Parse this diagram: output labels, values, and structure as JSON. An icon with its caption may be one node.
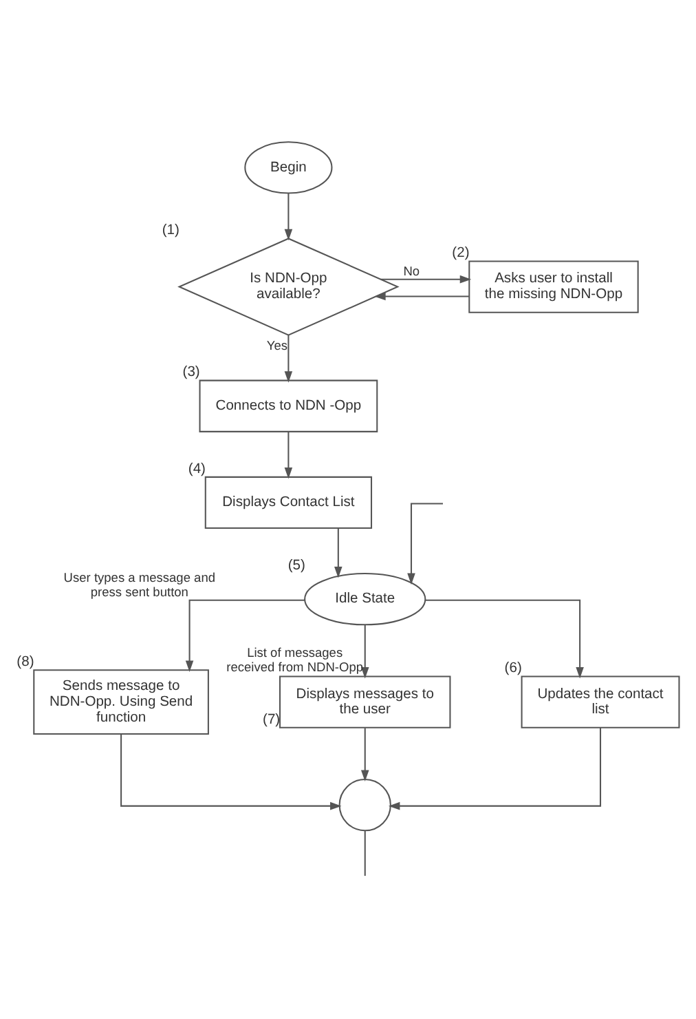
{
  "diagram": {
    "nodes": [
      {
        "text": [
          "Begin"
        ]
      },
      {
        "text": [
          "Is NDN-Opp available?"
        ],
        "beside": [
          "(1)"
        ]
      },
      {
        "text": [
          "Asks user to install the missing NDN-Opp"
        ],
        "beside": [
          "(2)"
        ]
      },
      {
        "text": [
          "Connects to NDN -Opp"
        ],
        "beside": [
          "(3)"
        ]
      },
      {
        "text": [
          "Displays Contact List"
        ],
        "beside": [
          "(4)"
        ]
      },
      {
        "text": [
          "Idle State"
        ],
        "beside": [
          "(5)"
        ]
      },
      {
        "text": [
          "Sends message to NDN-Opp. Using Send function"
        ],
        "beside": [
          "(8)"
        ]
      },
      {
        "text": [
          "Displays messages to the user"
        ],
        "beside": [
          "(7)"
        ]
      },
      {
        "text": [
          "Updates the contact list"
        ],
        "beside": [
          "(6)"
        ]
      },
      {
        "text": [],
        "shape": "circle"
      }
    ],
    "edges": [
      {
        "from": 0,
        "to": 1,
        "arrow": "to"
      },
      {
        "from": 1,
        "to": 2,
        "arrow": "to",
        "label": "No"
      },
      {
        "from": 2,
        "to": 1,
        "arrow": "to"
      },
      {
        "from": 1,
        "to": 3,
        "arrow": "to",
        "label": "Yes"
      },
      {
        "from": 3,
        "to": 4,
        "arrow": "to"
      },
      {
        "from": 4,
        "to": 5,
        "arrow": "to"
      },
      {
        "from": null,
        "to": 5,
        "arrow": "to"
      },
      {
        "from": 5,
        "to": 6,
        "arrow": "to",
        "label": "User types a message and press sent button"
      },
      {
        "from": 5,
        "to": 7,
        "arrow": "to",
        "label": "List of messages received from NDN-Opp"
      },
      {
        "from": 5,
        "to": 8,
        "arrow": "to"
      },
      {
        "from": 6,
        "to": 9,
        "arrow": "to"
      },
      {
        "from": 7,
        "to": 9,
        "arrow": "to"
      },
      {
        "from": 8,
        "to": 9,
        "arrow": "to"
      },
      {
        "from": 9,
        "to": null,
        "arrow": "none"
      }
    ]
  }
}
